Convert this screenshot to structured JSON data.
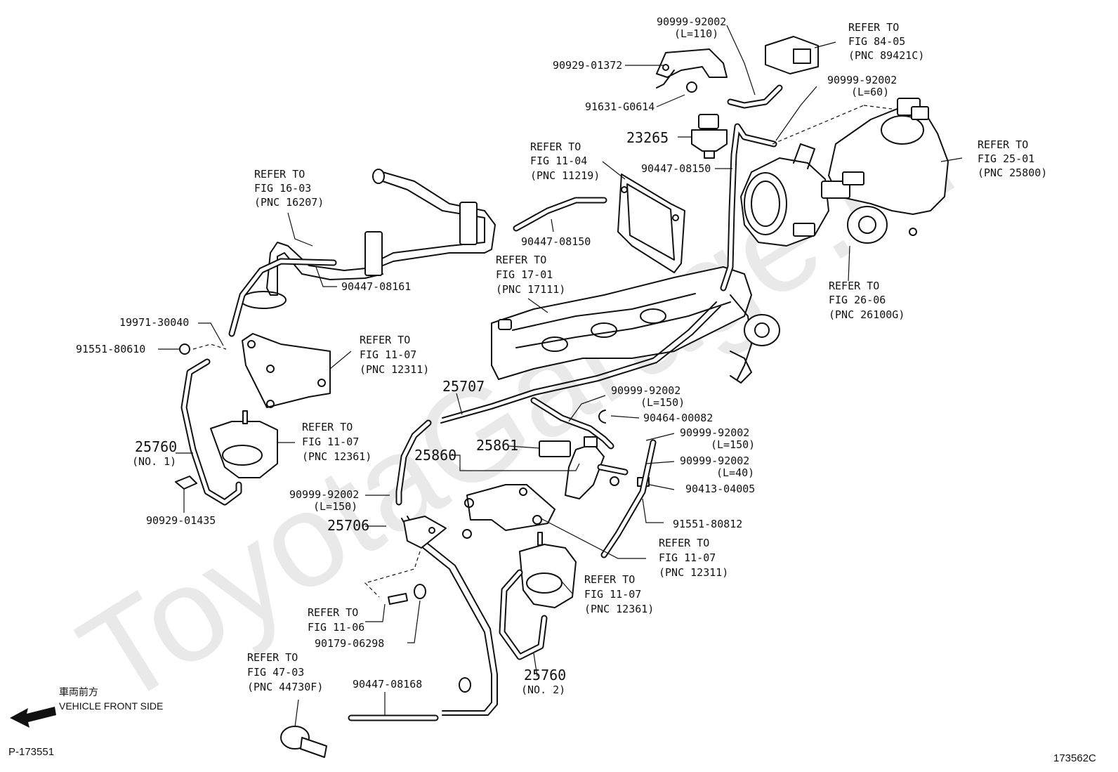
{
  "watermark": "ToyotaGarage.ru",
  "labels": {
    "l01": "90999-92002",
    "l01b": "(L=110)",
    "l02": "90929-01372",
    "l03": "91631-G0614",
    "l04a": "REFER TO",
    "l04b": "FIG 84-05",
    "l04c": "(PNC 89421C)",
    "l05": "90999-92002",
    "l05b": "(L=60)",
    "l06": "23265",
    "l07": "90447-08150",
    "l08a": "REFER TO",
    "l08b": "FIG 25-01",
    "l08c": "(PNC 25800)",
    "l09a": "REFER TO",
    "l09b": "FIG 11-04",
    "l09c": "(PNC 11219)",
    "l10a": "REFER TO",
    "l10b": "FIG 16-03",
    "l10c": "(PNC 16207)",
    "l11": "90447-08150",
    "l12a": "REFER TO",
    "l12b": "FIG 17-01",
    "l12c": "(PNC 17111)",
    "l13a": "REFER TO",
    "l13b": "FIG 26-06",
    "l13c": "(PNC 26100G)",
    "l14": "90447-08161",
    "l15": "19971-30040",
    "l16": "91551-80610",
    "l17a": "REFER TO",
    "l17b": "FIG 11-07",
    "l17c": "(PNC 12311)",
    "l18": "25707",
    "l19": "90999-92002",
    "l19b": "(L=150)",
    "l20": "90464-00082",
    "l21": "90999-92002",
    "l21b": "(L=150)",
    "l22": "25760",
    "l22b": "(NO. 1)",
    "l23a": "REFER TO",
    "l23b": "FIG 11-07",
    "l23c": "(PNC 12361)",
    "l24": "25861",
    "l25": "25860",
    "l26": "90999-92002",
    "l26b": "(L=40)",
    "l27": "90413-04005",
    "l28": "90929-01435",
    "l29": "90999-92002",
    "l29b": "(L=150)",
    "l30": "91551-80812",
    "l31": "25706",
    "l32a": "REFER TO",
    "l32b": "FIG 11-07",
    "l32c": "(PNC 12311)",
    "l33a": "REFER TO",
    "l33b": "FIG 11-07",
    "l33c": "(PNC 12361)",
    "l34a": "REFER TO",
    "l34b": "FIG 11-06",
    "l35": "90179-06298",
    "l36a": "REFER TO",
    "l36b": "FIG 47-03",
    "l36c": "(PNC 44730F)",
    "l37": "90447-08168",
    "l38": "25760",
    "l38b": "(NO. 2)"
  },
  "front_side": {
    "jp": "車両前方",
    "en": "VEHICLE FRONT SIDE"
  },
  "footer": {
    "left": "P-173551",
    "right": "173562C"
  }
}
